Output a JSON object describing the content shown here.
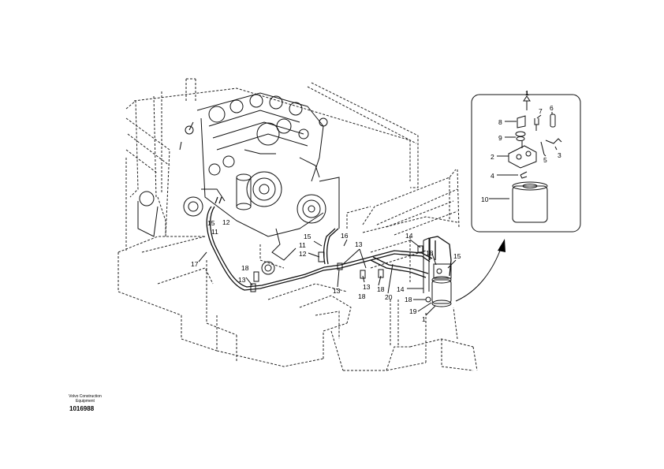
{
  "brand": {
    "line1": "Volvo Construction",
    "line2": "Equipment"
  },
  "drawing_number": "1016988",
  "callouts": {
    "main": {
      "c1": "15",
      "c2": "11",
      "c3": "12",
      "c4": "17",
      "c5": "13",
      "c6": "18",
      "c7": "15",
      "c8": "11",
      "c9": "12",
      "c10": "16",
      "c11": "13",
      "c12": "13",
      "c13": "13",
      "c14": "18",
      "c15": "18",
      "c16": "20",
      "c17": "14",
      "c18": "14",
      "c19": "18",
      "c20": "15",
      "c21": "18",
      "c22": "19",
      "c23": "1"
    },
    "detail": {
      "d1": "1",
      "d2": "7",
      "d3": "6",
      "d4": "8",
      "d5": "9",
      "d6": "2",
      "d7": "3",
      "d8": "5",
      "d9": "4",
      "d10": "10"
    }
  }
}
